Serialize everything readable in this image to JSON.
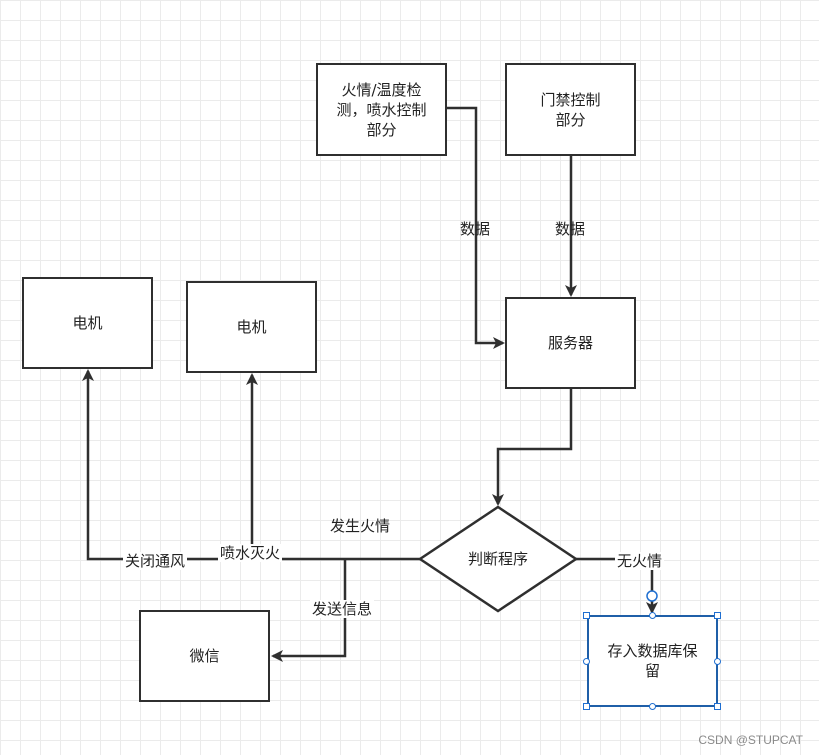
{
  "nodes": {
    "fire_detection": "火情/温度检\n测，喷水控制\n部分",
    "access_control": "门禁控制\n部分",
    "server": "服务器",
    "motor_left": "电机",
    "motor_right": "电机",
    "decision": "判断程序",
    "wechat": "微信",
    "database": "存入数据库保\n留"
  },
  "edge_labels": {
    "data_left": "数据",
    "data_right": "数据",
    "fire_occurs": "发生火情",
    "close_ventilation": "关闭通风",
    "spray_extinguish": "喷水灭火",
    "send_message": "发送信息",
    "no_fire": "无火情"
  },
  "watermark": "CSDN @STUPCAT",
  "colors": {
    "stroke": "#2f2f2f",
    "selection": "#1f6fd1",
    "grid": "#ebebeb"
  }
}
